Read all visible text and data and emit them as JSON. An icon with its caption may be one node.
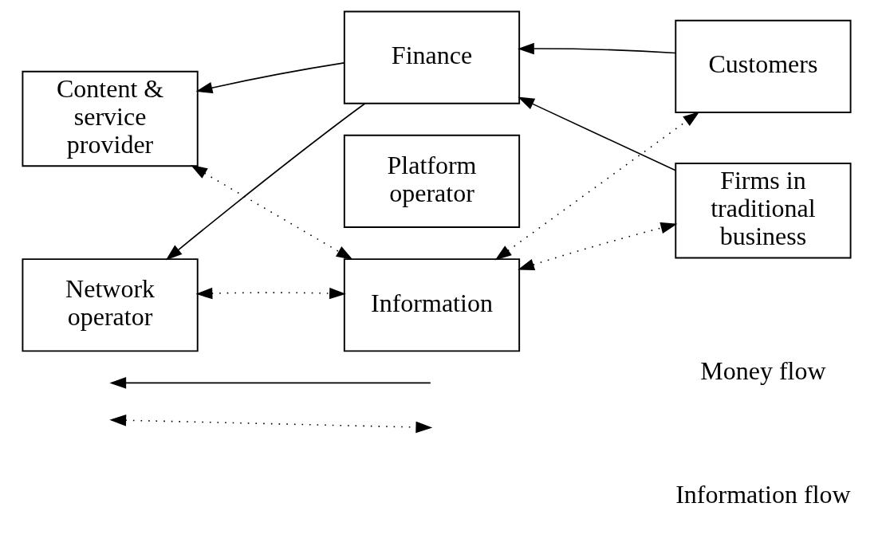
{
  "diagram": {
    "nodes": [
      {
        "text": [
          "Content & service provider"
        ]
      },
      {
        "text": [
          "Network operator"
        ]
      },
      {
        "text": [
          "Finance"
        ]
      },
      {
        "text": [
          "Platform operator"
        ]
      },
      {
        "text": [
          "Information"
        ]
      },
      {
        "text": [
          "Customers"
        ]
      },
      {
        "text": [
          "Firms in traditional business"
        ]
      }
    ],
    "edges": [
      {
        "from": 2,
        "to": 0,
        "arrow": "to"
      },
      {
        "from": 2,
        "to": 1,
        "arrow": "to"
      },
      {
        "from": 5,
        "to": 2,
        "arrow": "to"
      },
      {
        "from": 6,
        "to": 2,
        "arrow": "to"
      },
      {
        "from": 0,
        "to": 4,
        "arrow": "both",
        "style": "dashed"
      },
      {
        "from": 1,
        "to": 4,
        "arrow": "both",
        "style": "dashed"
      },
      {
        "from": 4,
        "to": 5,
        "arrow": "both",
        "style": "dashed"
      },
      {
        "from": 4,
        "to": 6,
        "arrow": "both",
        "style": "dashed"
      }
    ],
    "legend": [
      {
        "text": "Money flow"
      },
      {
        "text": "Information flow"
      }
    ]
  }
}
